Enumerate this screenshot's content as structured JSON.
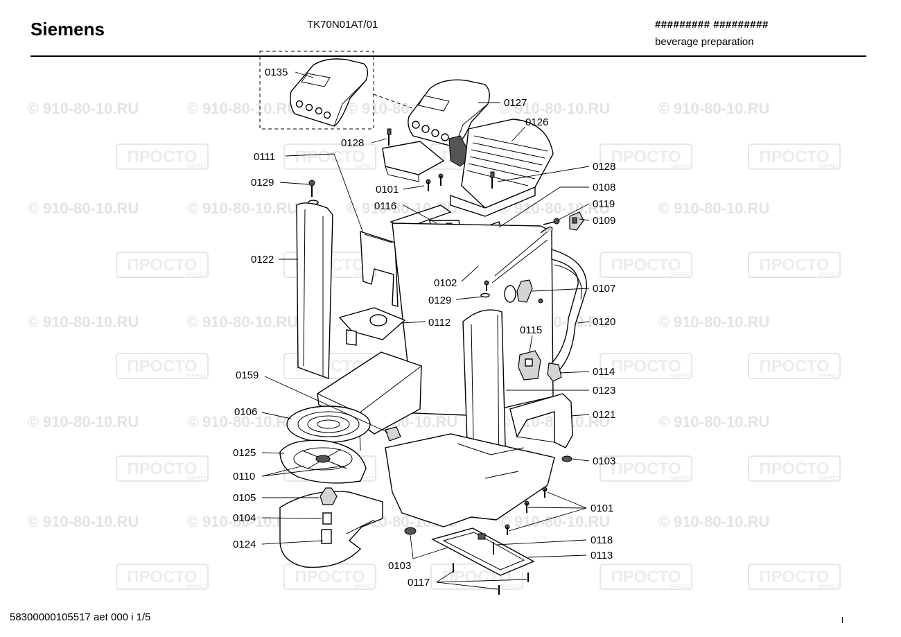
{
  "header": {
    "brand": "Siemens",
    "model": "TK70N01AT/01",
    "codes": "######### #########",
    "section": "beverage preparation"
  },
  "footer": {
    "doc_id": "58300000105517 aet 000 i 1/5"
  },
  "watermarks": {
    "phone": "© 910-80-10.RU",
    "brand": "ПРОСТО",
    "brand_sub": "МАРКЕТ"
  },
  "parts": [
    {
      "id": "p0135",
      "label": "0135"
    },
    {
      "id": "p0127",
      "label": "0127"
    },
    {
      "id": "p0126",
      "label": "0126"
    },
    {
      "id": "p0128a",
      "label": "0128"
    },
    {
      "id": "p0128b",
      "label": "0128"
    },
    {
      "id": "p0111",
      "label": "0111"
    },
    {
      "id": "p0129a",
      "label": "0129"
    },
    {
      "id": "p0101a",
      "label": "0101"
    },
    {
      "id": "p0108",
      "label": "0108"
    },
    {
      "id": "p0116",
      "label": "0116"
    },
    {
      "id": "p0119",
      "label": "0119"
    },
    {
      "id": "p0109",
      "label": "0109"
    },
    {
      "id": "p0122",
      "label": "0122"
    },
    {
      "id": "p0102",
      "label": "0102"
    },
    {
      "id": "p0107",
      "label": "0107"
    },
    {
      "id": "p0129b",
      "label": "0129"
    },
    {
      "id": "p0112",
      "label": "0112"
    },
    {
      "id": "p0120",
      "label": "0120"
    },
    {
      "id": "p0115",
      "label": "0115"
    },
    {
      "id": "p0114",
      "label": "0114"
    },
    {
      "id": "p0159",
      "label": "0159"
    },
    {
      "id": "p0123",
      "label": "0123"
    },
    {
      "id": "p0106",
      "label": "0106"
    },
    {
      "id": "p0121",
      "label": "0121"
    },
    {
      "id": "p0125",
      "label": "0125"
    },
    {
      "id": "p0103a",
      "label": "0103"
    },
    {
      "id": "p0110",
      "label": "0110"
    },
    {
      "id": "p0101b",
      "label": "0101"
    },
    {
      "id": "p0105",
      "label": "0105"
    },
    {
      "id": "p0104",
      "label": "0104"
    },
    {
      "id": "p0118",
      "label": "0118"
    },
    {
      "id": "p0124",
      "label": "0124"
    },
    {
      "id": "p0113",
      "label": "0113"
    },
    {
      "id": "p0103b",
      "label": "0103"
    },
    {
      "id": "p0117",
      "label": "0117"
    }
  ]
}
